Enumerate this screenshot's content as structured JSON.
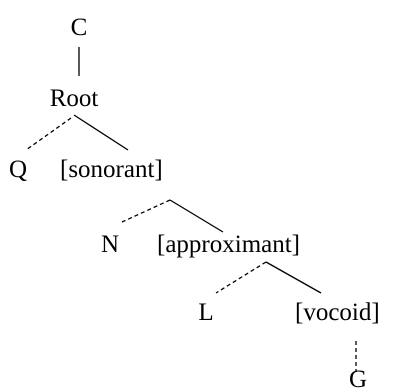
{
  "nodes": {
    "c": "C",
    "root": "Root",
    "q": "Q",
    "sonorant": "[sonorant]",
    "n": "N",
    "approximant": "[approximant]",
    "l": "L",
    "vocoid": "[vocoid]",
    "g": "G"
  },
  "edges": [
    {
      "from": "c",
      "to": "root",
      "style": "solid"
    },
    {
      "from": "root",
      "to": "q",
      "style": "dashed"
    },
    {
      "from": "root",
      "to": "sonorant",
      "style": "solid"
    },
    {
      "from": "sonorant",
      "to": "n",
      "style": "dashed"
    },
    {
      "from": "sonorant",
      "to": "approximant",
      "style": "solid"
    },
    {
      "from": "approximant",
      "to": "l",
      "style": "dashed"
    },
    {
      "from": "approximant",
      "to": "vocoid",
      "style": "solid"
    },
    {
      "from": "vocoid",
      "to": "g",
      "style": "dashed"
    }
  ]
}
